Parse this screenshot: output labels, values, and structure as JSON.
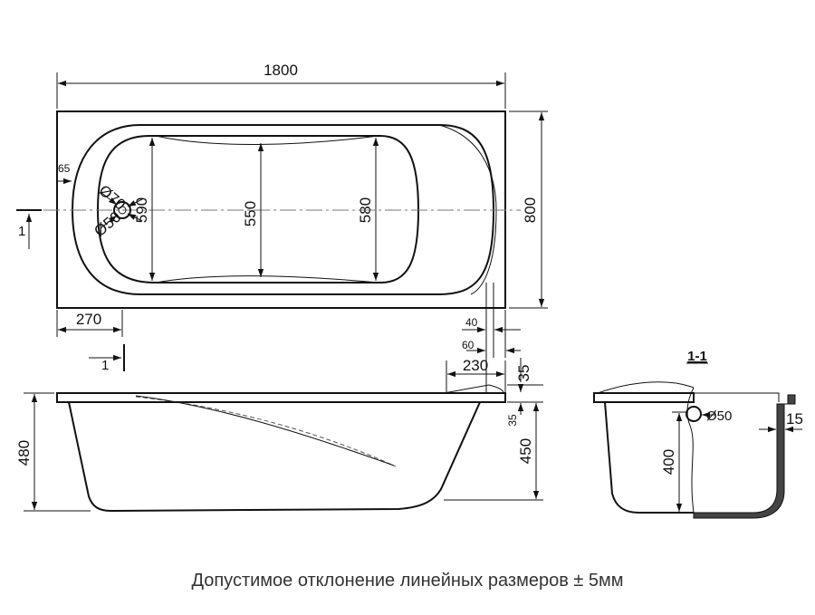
{
  "plan": {
    "length": "1800",
    "width": "800",
    "dim_65": "65",
    "dim_o70": "Ø70",
    "dim_o50": "Ø50",
    "dim_590": "590",
    "dim_550": "550",
    "dim_580": "580",
    "dim_270": "270",
    "dim_40": "40",
    "dim_60": "60",
    "dim_230": "230",
    "dim_35_top": "35"
  },
  "side": {
    "height_total": "480",
    "height_inner": "450",
    "dim_35": "35"
  },
  "section": {
    "label": "1-1",
    "drain": "Ø50",
    "depth": "400",
    "rim": "15"
  },
  "markers": {
    "cut_a": "1",
    "cut_b": "1"
  },
  "footnote": "Допустимое отклонение линейных размеров ± 5мм"
}
